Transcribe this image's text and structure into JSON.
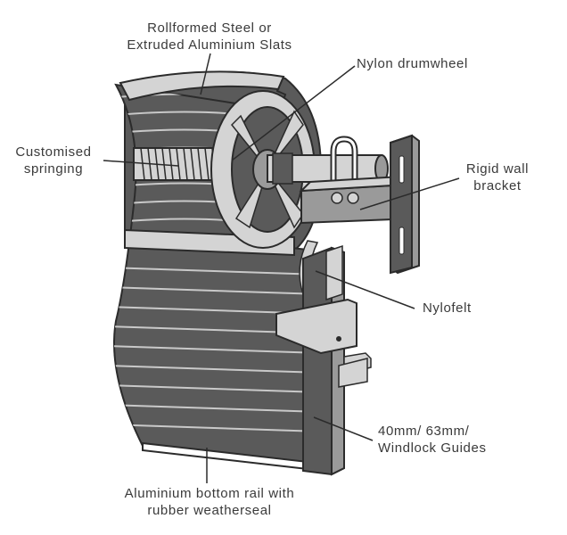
{
  "labels": {
    "slats": [
      "Rollformed Steel or",
      "Extruded Aluminium Slats"
    ],
    "drumwheel": [
      "Nylon drumwheel"
    ],
    "springing": [
      "Customised",
      "springing"
    ],
    "bracket": [
      "Rigid wall",
      "bracket"
    ],
    "nylofelt": [
      "Nylofelt"
    ],
    "guides": [
      "40mm/ 63mm/",
      "Windlock Guides"
    ],
    "bottom_rail": [
      "Aluminium bottom rail with",
      "rubber weatherseal"
    ]
  },
  "colors": {
    "outline": "#2b2b2b",
    "slat_dark": "#5a5a5a",
    "slat_line": "#c9c9c9",
    "light_metal": "#d4d4d4",
    "mid_metal": "#9a9a9a",
    "label_text": "#3a3a3a"
  }
}
